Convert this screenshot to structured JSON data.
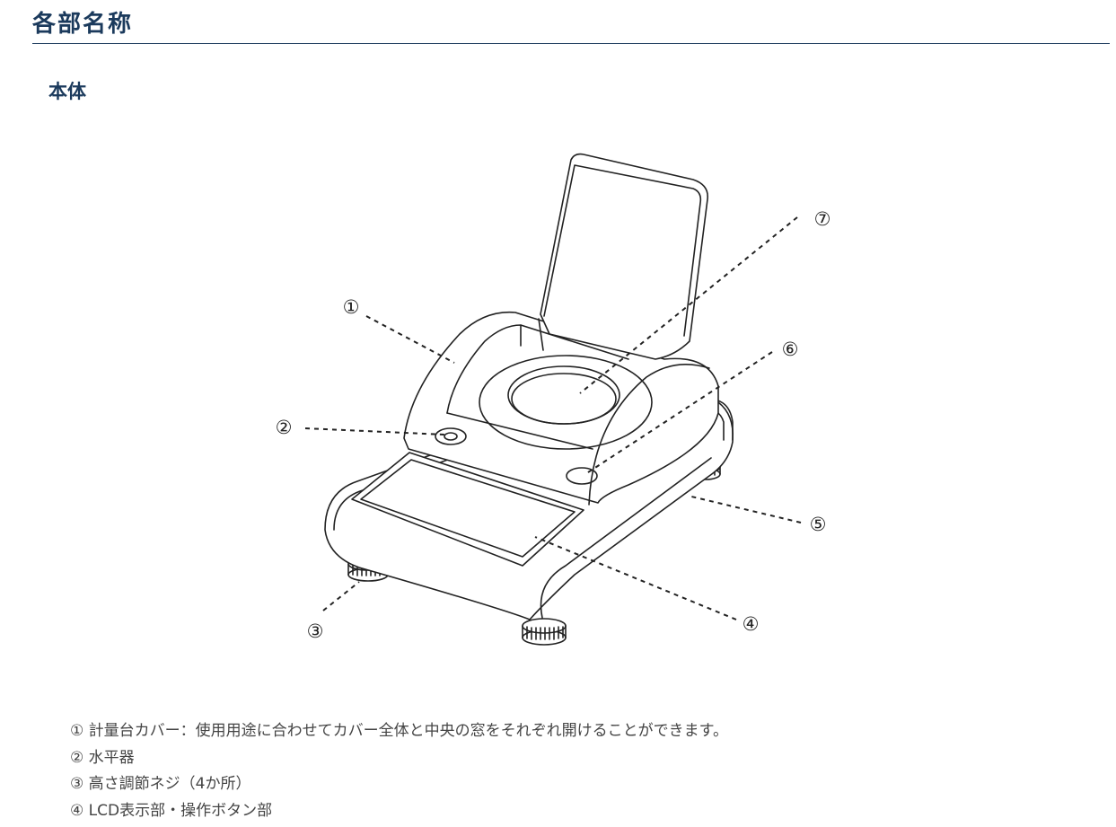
{
  "header": {
    "title": "各部名称"
  },
  "section": {
    "subtitle": "本体"
  },
  "figure": {
    "callouts": [
      "①",
      "②",
      "③",
      "④",
      "⑤",
      "⑥",
      "⑦"
    ]
  },
  "parts": [
    "① 計量台カバー：使用用途に合わせてカバー全体と中央の窓をそれぞれ開けることができます。",
    "② 水平器",
    "③ 高さ調節ネジ（4か所）",
    "④ LCD表示部・操作ボタン部"
  ]
}
